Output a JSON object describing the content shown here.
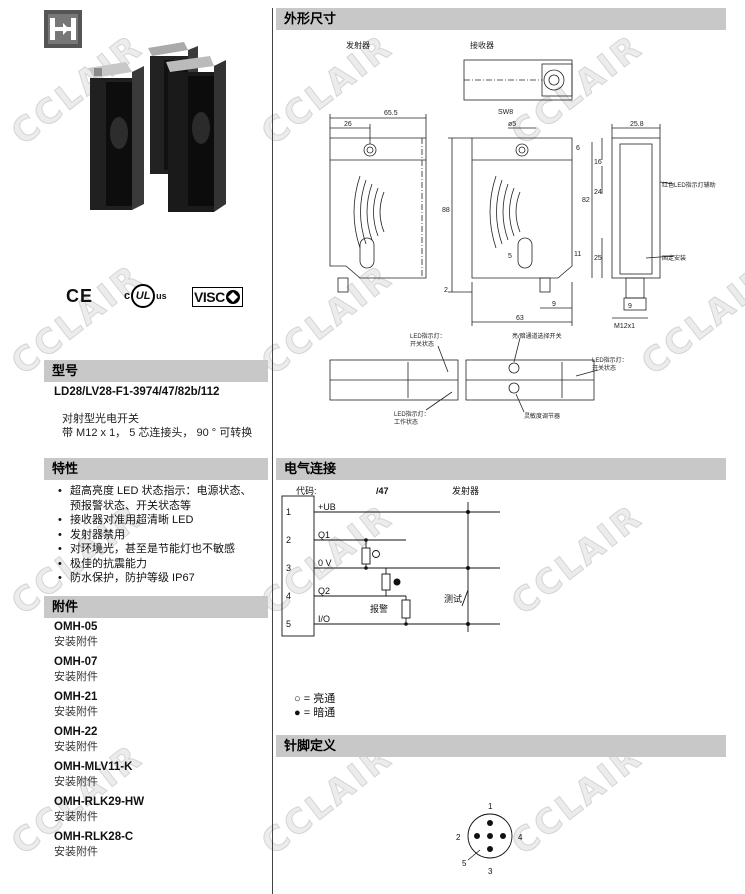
{
  "sections": {
    "model": "型号",
    "features": "特性",
    "accessories": "附件",
    "dimensions": "外形尺寸",
    "electrical": "电气连接",
    "pins": "针脚定义"
  },
  "model": {
    "code": "LD28/LV28-F1-3974/47/82b/112",
    "desc_line1": "对射型光电开关",
    "desc_line2": "带 M12 x 1， 5 芯连接头， 90 ° 可转换"
  },
  "features": [
    "超高亮度 LED 状态指示：电源状态、",
    "预报警状态、开关状态等",
    "接收器对准用超清晰 LED",
    "发射器禁用",
    "对环境光，甚至是节能灯也不敏感",
    "极佳的抗震能力",
    "防水保护，防护等级 IP67"
  ],
  "accessories": [
    {
      "name": "OMH-05",
      "desc": "安装附件"
    },
    {
      "name": "OMH-07",
      "desc": "安装附件"
    },
    {
      "name": "OMH-21",
      "desc": "安装附件"
    },
    {
      "name": "OMH-22",
      "desc": "安装附件"
    },
    {
      "name": "OMH-MLV11-K",
      "desc": "安装附件"
    },
    {
      "name": "OMH-RLK29-HW",
      "desc": "安装附件"
    },
    {
      "name": "OMH-RLK28-C",
      "desc": "安装附件"
    }
  ],
  "certs": {
    "ce": "CE",
    "ul_c": "c",
    "ul": "UL",
    "ul_us": "us",
    "visc": "VISC"
  },
  "dims": {
    "emitter": "发射器",
    "receiver": "接收器",
    "d655": "65.5",
    "d26": "26",
    "sw8": "SW8",
    "o5": "ø5",
    "d6": "6",
    "d258": "25.8",
    "d16": "16",
    "d24": "24",
    "d82": "82",
    "d88": "88",
    "d25": "25",
    "d2": "2",
    "d5": "5",
    "d11": "11",
    "d9a": "9",
    "d63": "63",
    "d9b": "9",
    "m12": "M12x1",
    "red_led": "红色LED指示灯辅助",
    "mount": "固定安装",
    "led_sw_a": "LED指示灯：",
    "led_sw_b": "开关状态",
    "light_dark": "亮/暗通道选择开关",
    "led_sw2_a": "LED指示灯：",
    "led_sw2_b": "开关状态",
    "led_op_a": "LED指示灯：",
    "led_op_b": "工作状态",
    "sens": "灵敏度调节器"
  },
  "elec": {
    "code_label": "代码:",
    "code_47": "/47",
    "emitter": "发射器",
    "pins": [
      {
        "num": "1",
        "label": "+UB"
      },
      {
        "num": "2",
        "label": "Q1"
      },
      {
        "num": "3",
        "label": "0 V"
      },
      {
        "num": "4",
        "label": "Q2"
      },
      {
        "num": "5",
        "label": "I/O"
      }
    ],
    "alarm": "报警",
    "test": "测试",
    "legend": [
      {
        "sym": "○",
        "text": "= 亮通"
      },
      {
        "sym": "●",
        "text": "= 暗通"
      }
    ]
  },
  "connector": [
    "1",
    "2",
    "3",
    "4",
    "5"
  ],
  "watermark": "CCLAIR"
}
